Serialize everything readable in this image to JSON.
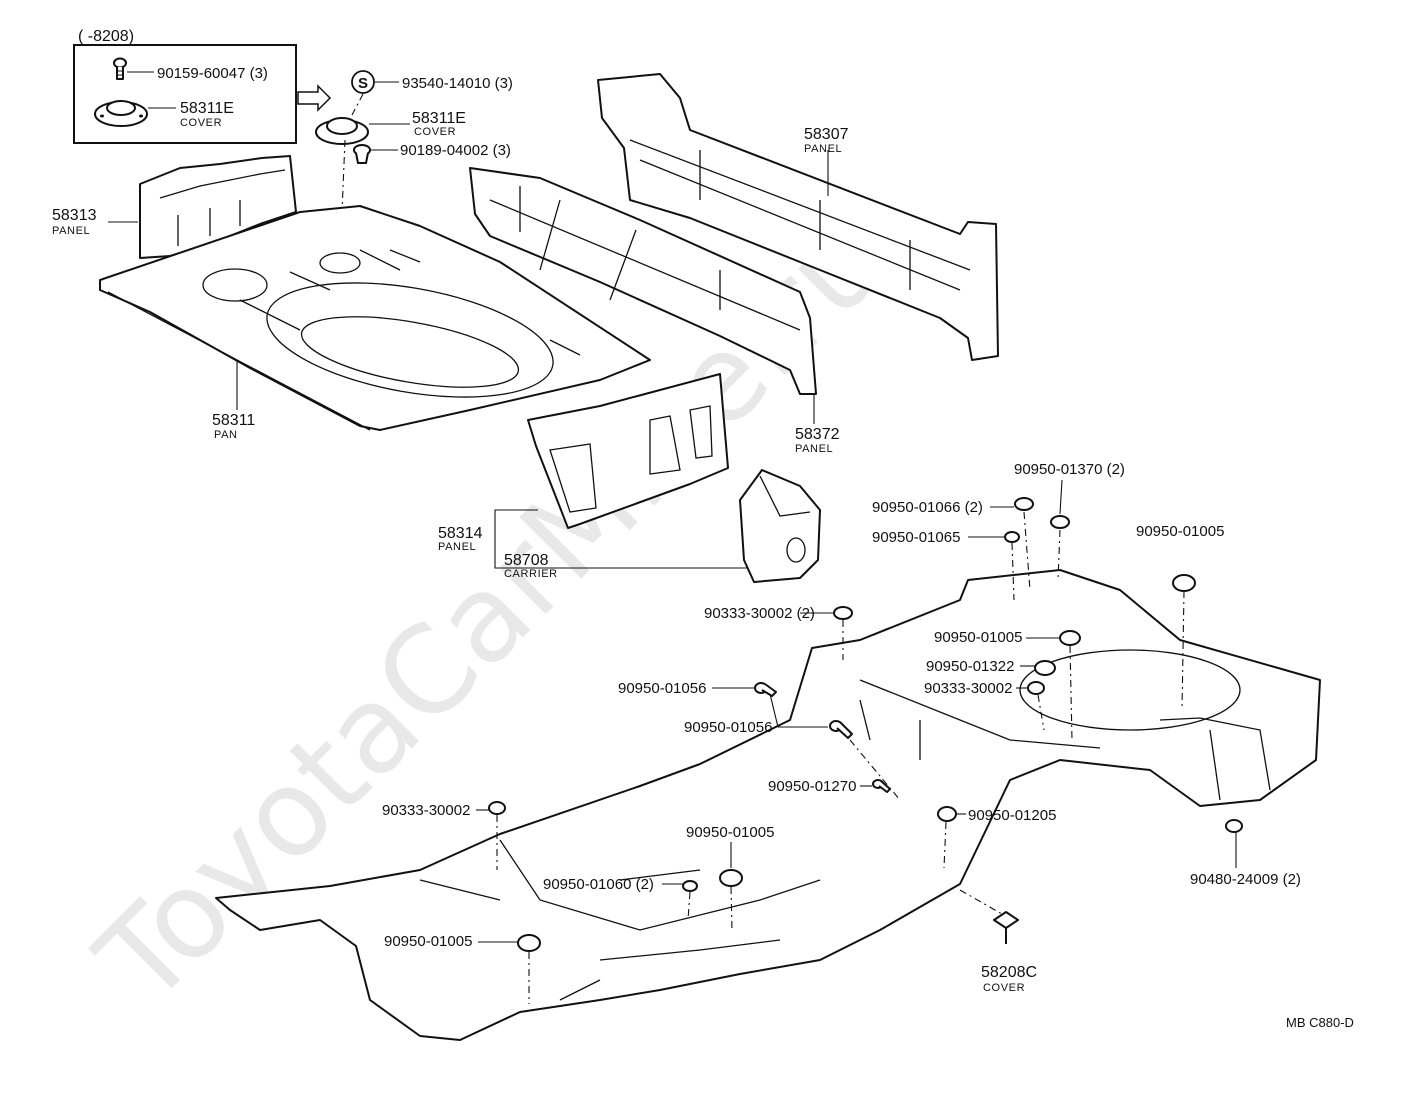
{
  "inset": {
    "header": "(       -8208)",
    "bolt_pn": "90159-60047 (3)",
    "cover_pn": "58311E",
    "cover_name": "COVER"
  },
  "labels": {
    "screw_s": "93540-14010 (3)",
    "s_symbol": "S",
    "cover_pn": "58311E",
    "cover_name": "COVER",
    "grommet_90189": "90189-04002 (3)",
    "panel_58313": "58313",
    "panel_58313_name": "PANEL",
    "pan_58311": "58311",
    "pan_58311_name": "PAN",
    "panel_58307": "58307",
    "panel_58307_name": "PANEL",
    "panel_58372": "58372",
    "panel_58372_name": "PANEL",
    "panel_58314": "58314",
    "panel_58314_name": "PANEL",
    "carrier_58708": "58708",
    "carrier_58708_name": "CARRIER",
    "plug_01370": "90950-01370 (2)",
    "plug_01066": "90950-01066 (2)",
    "plug_01065": "90950-01065",
    "plug_01005_a": "90950-01005",
    "plug_30002_a": "90333-30002 (2)",
    "plug_01005_b": "90950-01005",
    "plug_01322": "90950-01322",
    "plug_30002_b": "90333-30002",
    "plug_01056_a": "90950-01056",
    "plug_01056_b": "90950-01056",
    "plug_01270": "90950-01270",
    "plug_30002_c": "90333-30002",
    "plug_01205": "90950-01205",
    "plug_01005_c": "90950-01005",
    "plug_01060": "90950-01060 (2)",
    "plug_01005_d": "90950-01005",
    "clip_24009": "90480-24009 (2)",
    "cover_58208c": "58208C",
    "cover_58208c_name": "COVER",
    "figure_code": "MB  C880-D"
  },
  "watermark": "ToyotaCarMine.ru"
}
